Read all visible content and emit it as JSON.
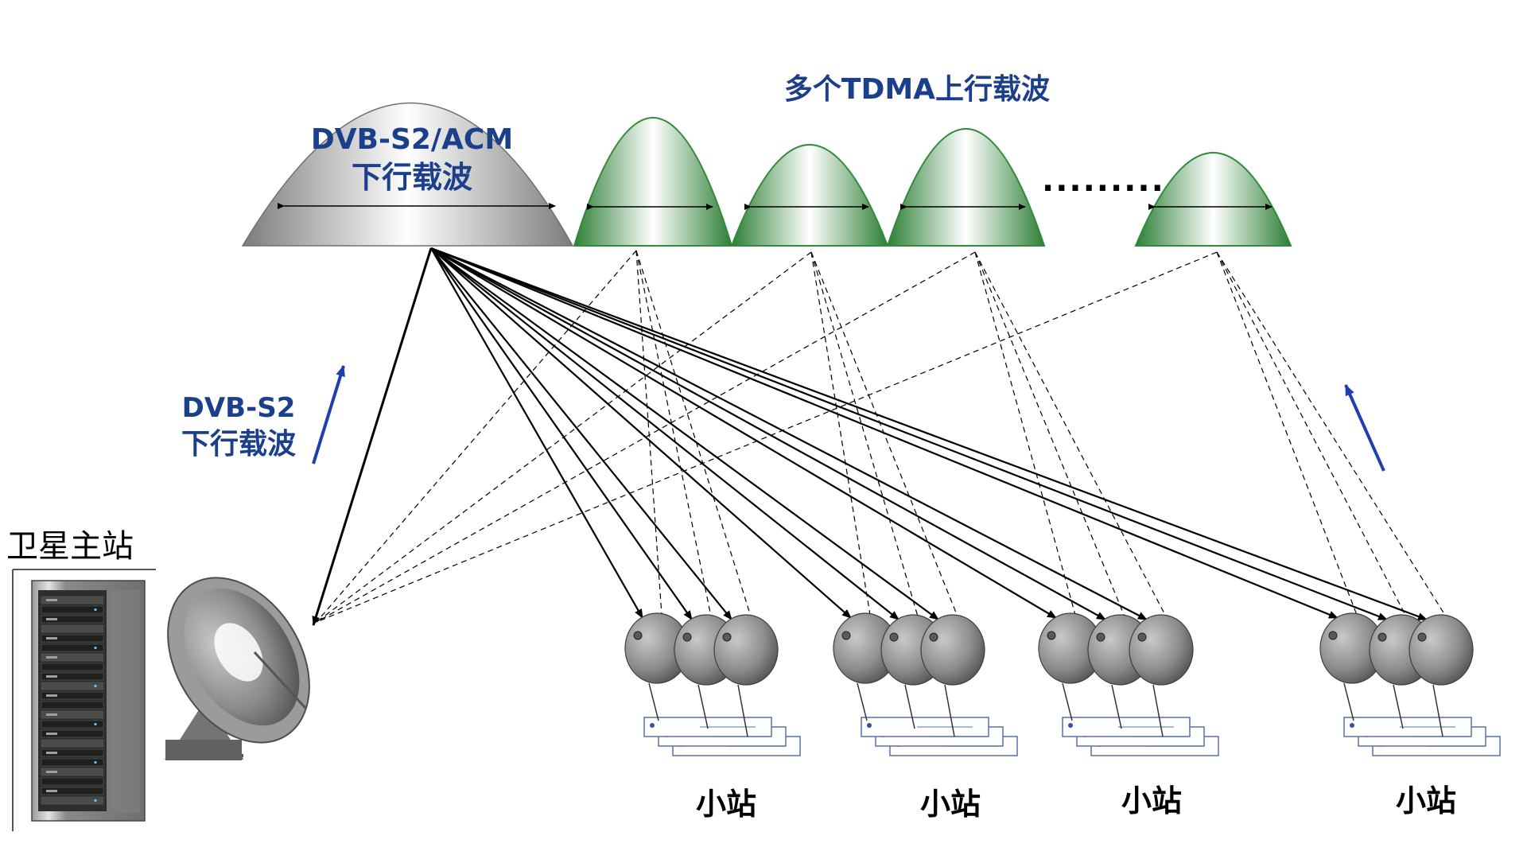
{
  "downlink_carrier": {
    "line1": "DVB-S2/ACM",
    "line2": "下行载波"
  },
  "uplink_carriers_title": "多个TDMA上行载波",
  "ellipsis": ".........",
  "uplink_arrow_label": {
    "line1": "DVB-S2",
    "line2": "下行载波"
  },
  "hub_label": "卫星主站",
  "small_station_labels": [
    "小站",
    "小站",
    "小站",
    "小站"
  ],
  "colors": {
    "label_blue": "#1c3f8c",
    "arrow_blue": "#1f3fb0",
    "carrier_green": "#2f8a3a",
    "carrier_gray": "#8a8a8a"
  }
}
